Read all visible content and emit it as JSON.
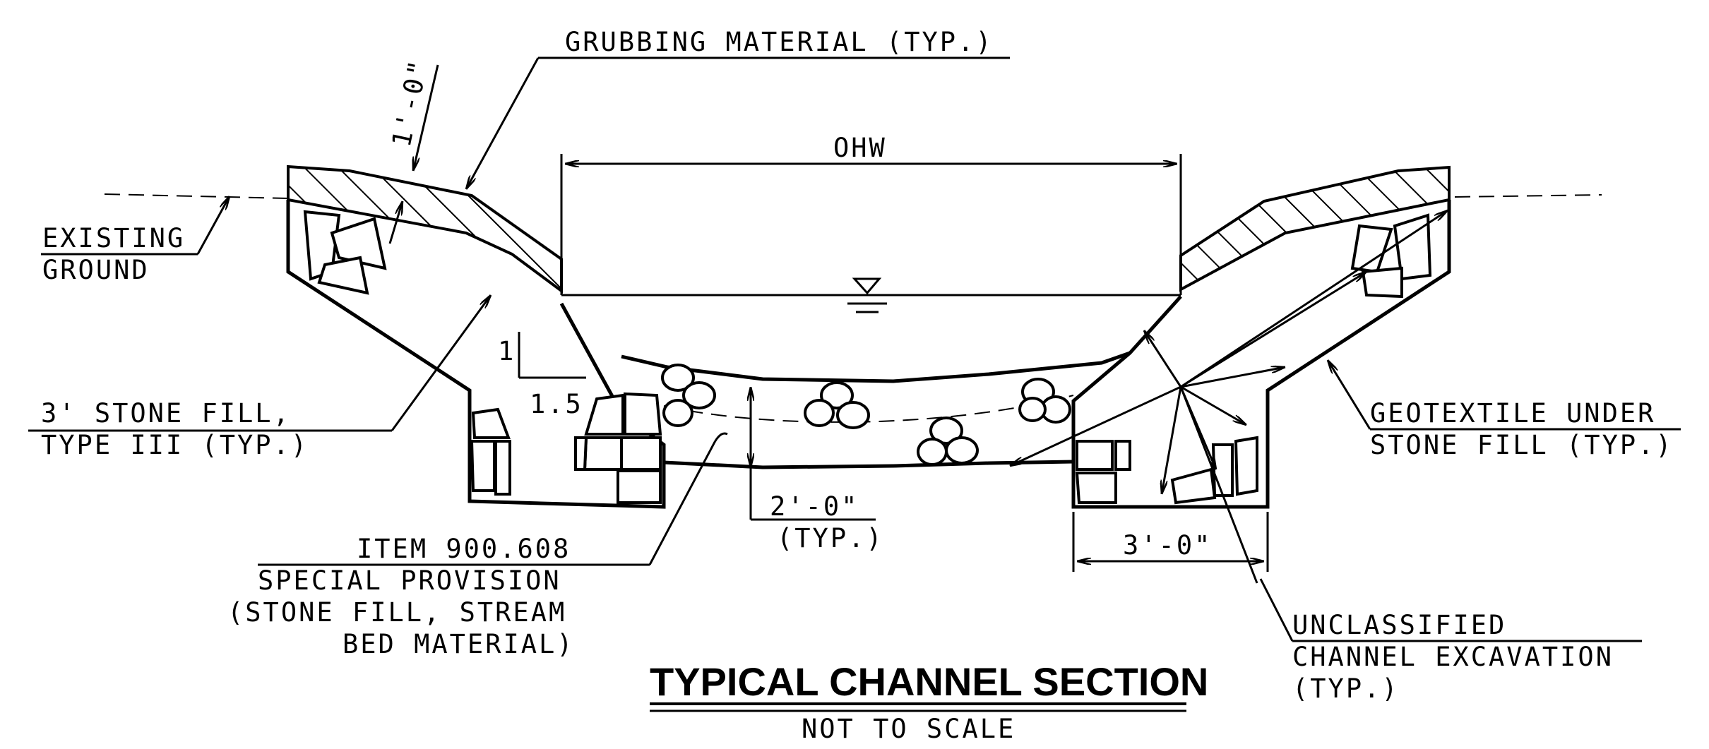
{
  "labels": {
    "grubbing": "GRUBBING MATERIAL (TYP.)",
    "one_foot": "1'-0\"",
    "existing_1": "EXISTING",
    "existing_2": "GROUND",
    "ohw": "OHW",
    "stone_fill_1": "3' STONE FILL,",
    "stone_fill_2": "TYPE III (TYP.)",
    "slope_v": "1",
    "slope_h": "1.5",
    "two_foot_1": "2'-0\"",
    "two_foot_2": "(TYP.)",
    "item_1": "ITEM 900.608",
    "item_2": "SPECIAL PROVISION",
    "item_3": "(STONE FILL, STREAM",
    "item_4": "BED MATERIAL)",
    "geotextile_1": "GEOTEXTILE UNDER",
    "geotextile_2": "STONE FILL (TYP.)",
    "three_foot": "3'-0\"",
    "unclassified_1": "UNCLASSIFIED",
    "unclassified_2": "CHANNEL EXCAVATION",
    "unclassified_3": "(TYP.)"
  },
  "title": "TYPICAL CHANNEL SECTION",
  "subtitle": "NOT TO SCALE"
}
